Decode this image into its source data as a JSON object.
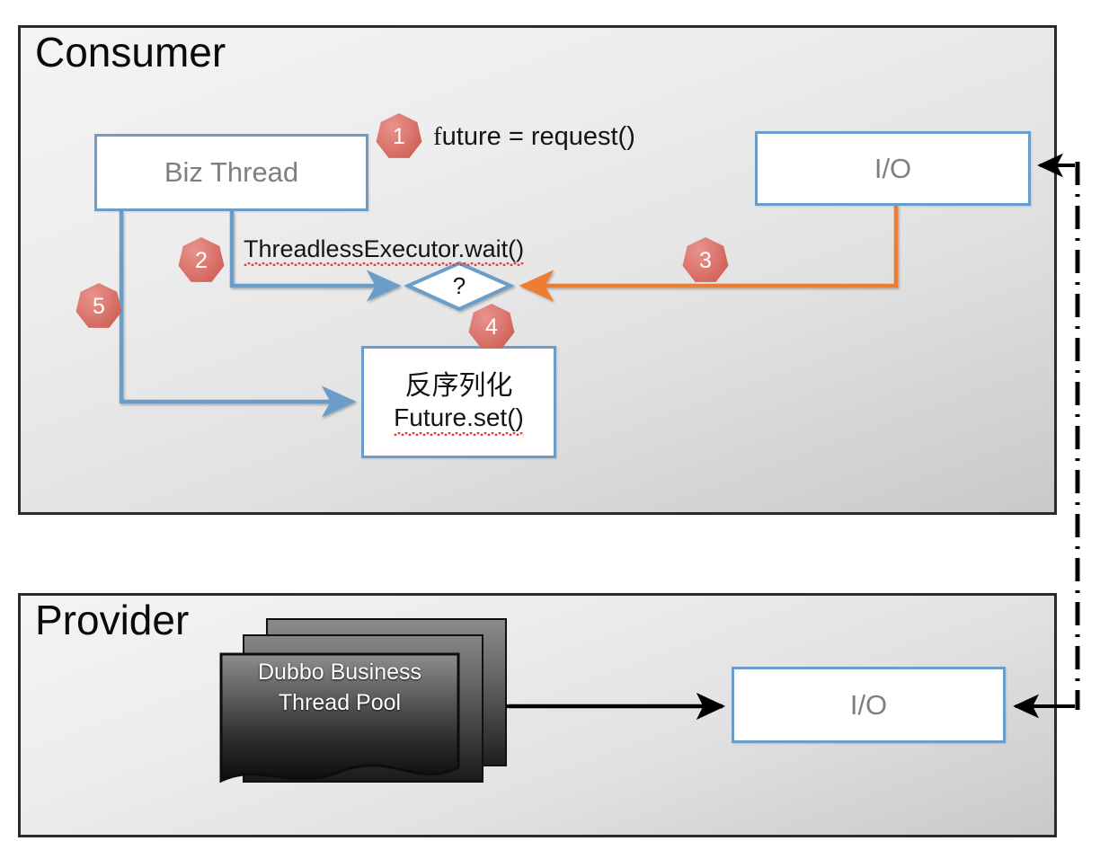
{
  "diagram": {
    "title_consumer": "Consumer",
    "title_provider": "Provider"
  },
  "consumer": {
    "title": "Consumer",
    "nodes": {
      "biz_thread": "Biz Thread",
      "io": "I/O",
      "decision": "?",
      "deserialize_line1": "反序列化",
      "deserialize_line2": "Future.set()"
    },
    "labels": {
      "future_request": "future = request()",
      "future_request_lead": "f",
      "future_request_rest": "uture = request()",
      "threadless_wait": "ThreadlessExecutor.wait()"
    },
    "badges": [
      {
        "id": "1",
        "label": "1"
      },
      {
        "id": "2",
        "label": "2"
      },
      {
        "id": "3",
        "label": "3"
      },
      {
        "id": "4",
        "label": "4"
      },
      {
        "id": "5",
        "label": "5"
      }
    ]
  },
  "provider": {
    "title": "Provider",
    "nodes": {
      "thread_pool_line1": "Dubbo Business",
      "thread_pool_line2": "Thread Pool",
      "io": "I/O"
    }
  },
  "colors": {
    "blue_connector": "#6a9ec8",
    "orange_connector": "#ED7D31",
    "badge_fill": "#d9736b",
    "panel_border": "#2b2b2b",
    "node_text": "#7f7f7f",
    "black_connector": "#000000"
  }
}
